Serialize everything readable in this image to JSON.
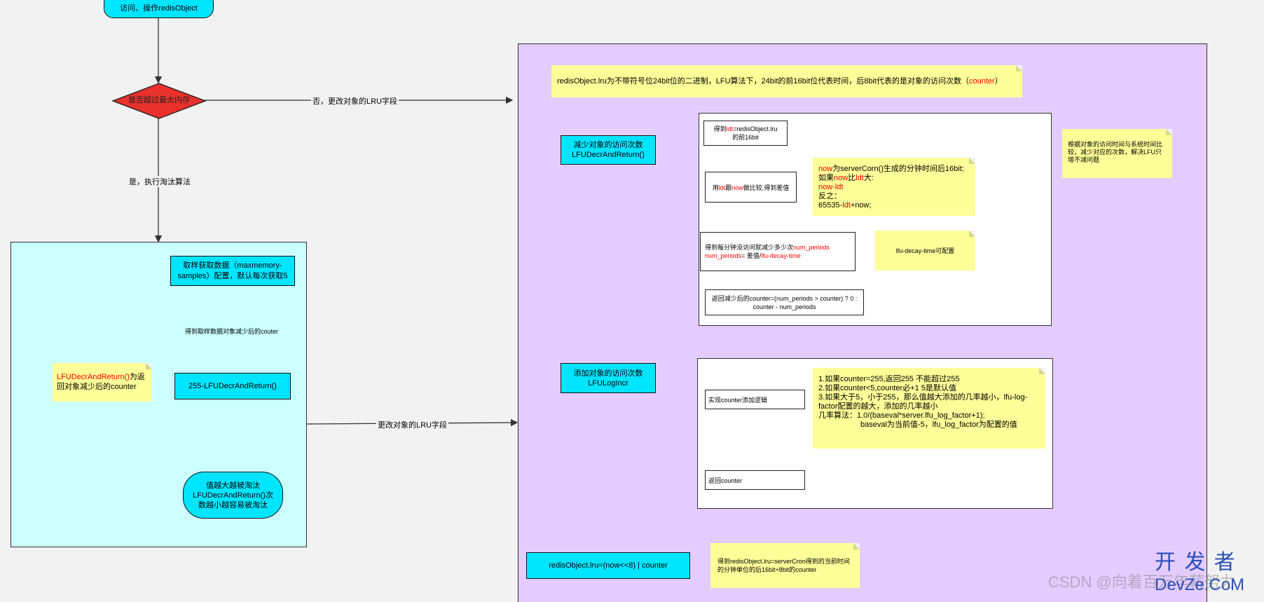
{
  "start": {
    "text": "访问、操作redisObject"
  },
  "decision": {
    "text": "是否超过最大内存"
  },
  "edge_labels": {
    "no": "否，更改对象的LRU字段",
    "yes": "是，执行淘汰算法",
    "update": "更改对象的LRU字段",
    "sample": "得到取样数据对象减少后的couter"
  },
  "left_panel": {
    "sample_box": "取样获取数据（maxmemory-samples）配置，默认每次获取5",
    "calc_box": "255-LFUDecrAndReturn()",
    "evict_box": "值越大越被淘汰 LFUDecrAndReturn()次数越小越容易被淘汰",
    "note_fn": "LFUDecrAndReturn()",
    "note_rest": "为返回对象减少后的counter"
  },
  "right_panel": {
    "top_note_main": "redisObject.lru为不带符号位24bit位的二进制，LFU算法下，24bit的前16bit位代表时间，后8bit代表的是对象的访问次数（",
    "top_note_red": "counter",
    "top_note_end": "）",
    "decr_box": "减少对象的访问次数 LFUDecrAndReturn()",
    "incr_box": "添加对象的访问次数 LFULogIncr",
    "final_box": "redisObject.lru=(now<<8) | counter",
    "final_note": "得到redisObject.lru=serverCron得到的当前时间的分钟单位的后16bit+8bit的counter",
    "side_note": "根据对象的访问时间与系统时间比较，减少对应的次数，解决LFU只增不减问题",
    "decr_steps": {
      "s1a": "得到",
      "s1b": "ldt",
      "s1c": "=redisObject.lru",
      "s1d": "的前16bit",
      "s2a": "用",
      "s2b": "ldt",
      "s2c": "跟",
      "s2d": "now",
      "s2e": "做比较,得到差值",
      "s3a": "得到每分钟没访问就减少多少次",
      "s3b": "num_periods",
      "s3c": "num_periods",
      "s3d": "= 差值/",
      "s3e": "lfu-decay-time",
      "s4": "返回减少后的counter=(num_periods > counter) ? 0 : counter - num_periods"
    },
    "now_note": {
      "l1a": "now",
      "l1b": "为serverCorn()生成的分钟时间后16bit;",
      "l2a": "如果",
      "l2b": "now",
      "l2c": "比",
      "l2d": "ldt",
      "l2e": "大:",
      "l3": "now-ldt",
      "l4": "反之：",
      "l5a": "65535-",
      "l5b": "ldt",
      "l5c": "+now;"
    },
    "decay_note": "lfu-decay-time可配置",
    "incr_steps": {
      "s1": "实现counter添加逻辑",
      "s2": "返回counter"
    },
    "incr_note": {
      "l1": "1.如果counter=255,返回255  不能超过255",
      "l2": "2.如果counter<5,counter必+1  5是默认值",
      "l3": "3.如果大于5，小于255，那么值越大添加的几率越小，lfu-log-factor配置的越大，添加的几率越小",
      "l4": "几率算法：1.0/(baseval*server.lfu_log_factor+1);",
      "l5": "baseval为当前值-5，lfu_log_factor为配置的值"
    }
  },
  "watermark": {
    "csdn": "CSDN @向着百万年薪努力",
    "logo_cn": "开 发 者",
    "logo_en": "DevZe.CoM"
  }
}
